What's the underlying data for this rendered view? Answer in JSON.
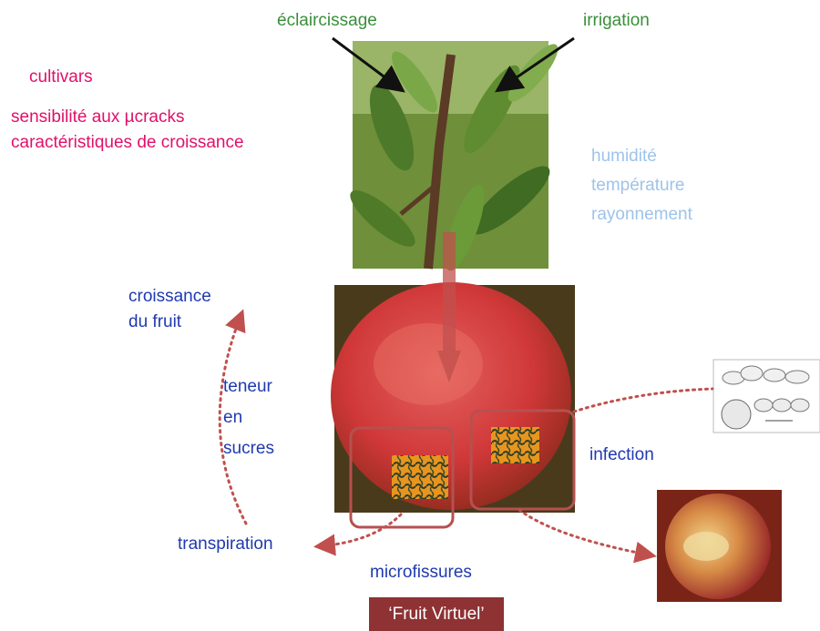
{
  "labels": {
    "eclaircissage": "éclaircissage",
    "irrigation": "irrigation",
    "cultivars": "cultivars",
    "sensibilite": "sensibilité aux µcracks",
    "caracteristiques": "caractéristiques de croissance",
    "humidite": "humidité",
    "temperature": "température",
    "rayonnement": "rayonnement",
    "croissance": "croissance",
    "du_fruit": "du fruit",
    "teneur": "teneur",
    "en": "en",
    "sucres": "sucres",
    "infection": "infection",
    "transpiration": "transpiration",
    "microfissures": "microfissures",
    "fruit_virtuel": "‘Fruit Virtuel’"
  },
  "colors": {
    "management": "#3a8f3a",
    "cultivar": "#e0106a",
    "climate": "#9ec3ea",
    "process": "#1f3ab0",
    "arrow": "#c0504d",
    "box": "#8e3234"
  },
  "images": [
    "peach-tree-branch",
    "peach-fruit",
    "cuticle-microcrack-closeup",
    "fungal-spores-drawing",
    "rotten-peach"
  ]
}
